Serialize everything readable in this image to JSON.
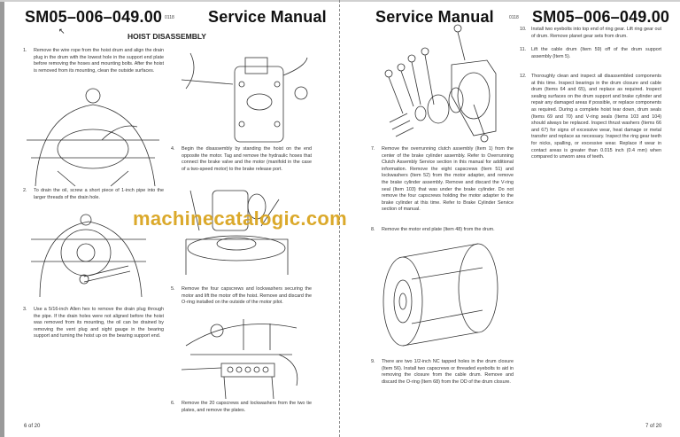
{
  "doc_code": "SM05–006–049.00",
  "revision": "0118",
  "manual_title": "Service Manual",
  "left_page": {
    "section_heading": "HOIST DISASSEMBLY",
    "steps": [
      {
        "num": "1.",
        "text": "Remove the wire rope from the hoist drum and align the drain plug in the drum with the lowest hole in the support end plate before removing the hoses and mounting bolts. After the hoist is removed from its mounting, clean the outside surfaces."
      },
      {
        "num": "2.",
        "text": "To drain the oil, screw a short piece of 1-inch pipe into the larger threads of the drain hole."
      },
      {
        "num": "3.",
        "text": "Use a 5/16-inch Allen hex to remove the drain plug through the pipe. If the drain holes were not aligned before the hoist was removed from its mounting, the oil can be drained by removing the vent plug and sight gauge in the bearing support and turning the hoist up on the bearing support end."
      },
      {
        "num": "4.",
        "text": "Begin the disassembly by standing the hoist on the end opposite the motor. Tag and remove the hydraulic hoses that connect the brake valve and the motor (manifold in the case of a two-speed motor) to the brake release port."
      },
      {
        "num": "5.",
        "text": "Remove the four capscrews and lockwashers securing the motor and lift the motor off the hoist. Remove and discard the O-ring installed on the outside of the motor pilot."
      },
      {
        "num": "6.",
        "text": "Remove the 20 capscrews and lockwashers from the two tie plates, and remove the plates."
      }
    ],
    "page_number": "6 of 20"
  },
  "right_page": {
    "steps": [
      {
        "num": "7.",
        "text": "Remove the overrunning clutch assembly (Item 1) from the center of the brake cylinder assembly. Refer to Overrunning Clutch Assembly Service section in this manual for additional information. Remove the eight capscrews (Item 51) and lockwashers (Item 52) from the motor adapter, and remove the brake cylinder assembly. Remove and discard the V-ring seal (Item 103) that was under the brake cylinder. Do not remove the four capscrews holding the motor adapter to the brake cylinder at this time. Refer to Brake Cylinder Service section of manual."
      },
      {
        "num": "8.",
        "text": "Remove the motor end plate (Item 48) from the drum."
      },
      {
        "num": "9.",
        "text": "There are two 1/2-inch NC tapped holes in the drum closure (Item 56). Install two capscrews or threaded eyebolts to aid in removing the closure from the cable drum. Remove and discard the O-ring (Item 68) from the OD of the drum closure."
      },
      {
        "num": "10.",
        "text": "Install two eyebolts into top end of ring gear. Lift ring gear out of drum. Remove planet gear sets from drum."
      },
      {
        "num": "11.",
        "text": "Lift the cable drum (Item 59) off of the drum support assembly (Item 5)."
      },
      {
        "num": "12.",
        "text": "Thoroughly clean and inspect all disassembled components at this time. Inspect bearings in the drum closure and cable drum (Items 64 and 65), and replace as required. Inspect sealing surfaces on the drum support and brake cylinder and repair any damaged areas if possible, or replace components as required. During a complete hoist tear down, drum seals (Items 69 and 70) and V-ring seals (Items 103 and 104) should always be replaced. Inspect thrust washers (Items 66 and 67) for signs of excessive wear, heat damage or metal transfer and replace as necessary. Inspect the ring gear teeth for nicks, spalling, or excessive wear. Replace if wear in contact areas is greater than 0.015 inch (0.4 mm) when compared to unworn area of teeth."
      }
    ],
    "page_number": "7 of 20"
  },
  "watermark": "machinecatalogic.com",
  "colors": {
    "watermark": "#d9a21a",
    "text": "#333333"
  }
}
